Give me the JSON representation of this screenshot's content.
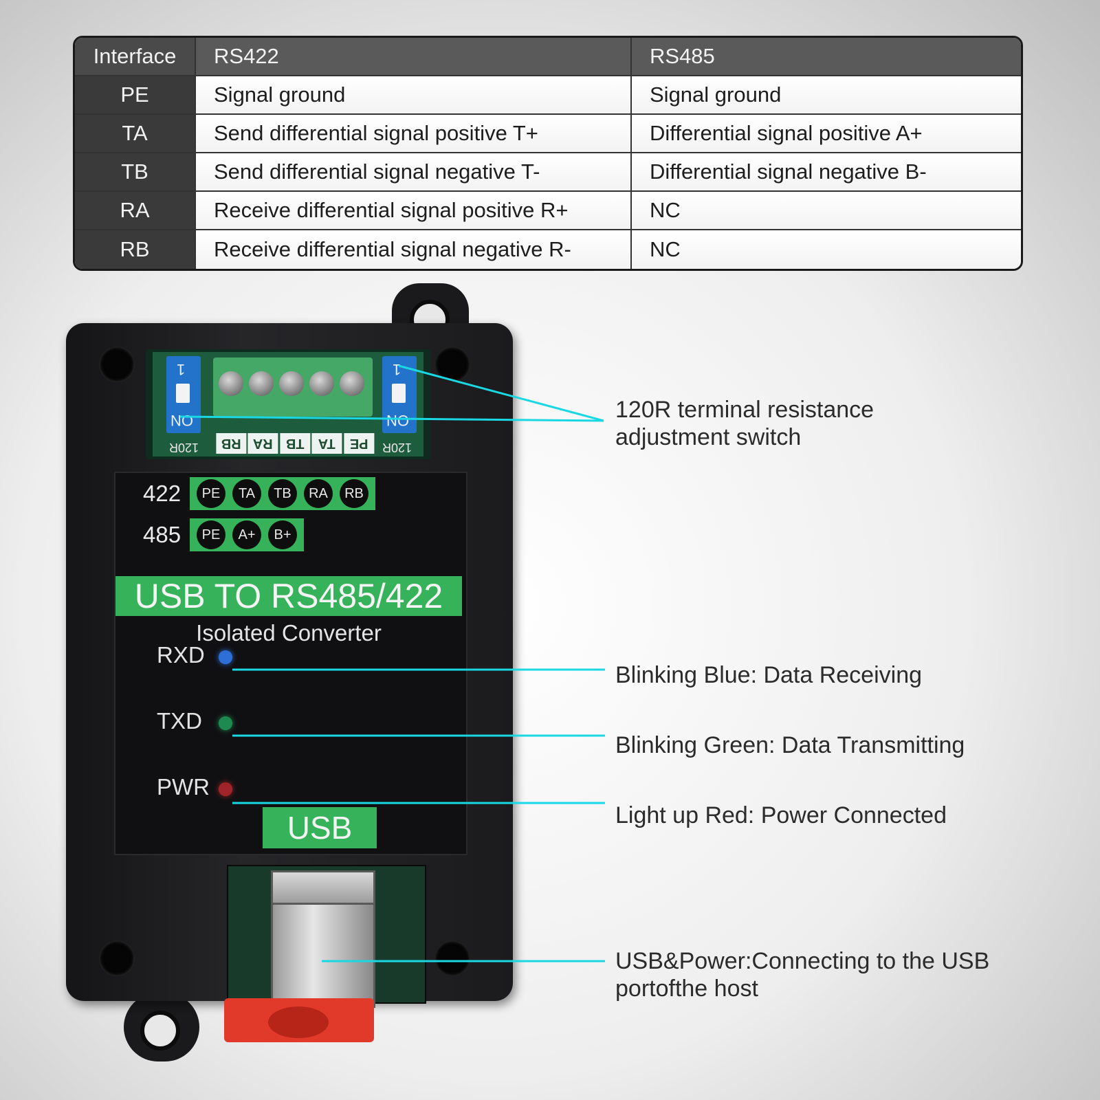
{
  "table": {
    "header": [
      "Interface",
      "RS422",
      "RS485"
    ],
    "rows": [
      [
        "PE",
        "Signal ground",
        "Signal ground"
      ],
      [
        "TA",
        "Send differential signal positive T+",
        "Differential signal positive A+"
      ],
      [
        "TB",
        "Send differential signal negative T-",
        "Differential signal negative B-"
      ],
      [
        "RA",
        "Receive differential signal positive R+",
        "NC"
      ],
      [
        "RB",
        "Receive differential signal negative R-",
        "NC"
      ]
    ]
  },
  "device": {
    "dip_left": {
      "num": "1",
      "on": "ON",
      "res": "120R"
    },
    "dip_right": {
      "num": "1",
      "on": "ON",
      "res": "120R"
    },
    "terminal_pins": [
      "PE",
      "TA",
      "TB",
      "RA",
      "RB"
    ],
    "row422": {
      "label": "422",
      "pins": [
        "PE",
        "TA",
        "TB",
        "RA",
        "RB"
      ]
    },
    "row485": {
      "label": "485",
      "pins": [
        "PE",
        "A+",
        "B+"
      ]
    },
    "title": "USB TO RS485/422",
    "subtitle": "Isolated Converter",
    "leds": [
      {
        "label": "RXD",
        "color": "#2d6fd6"
      },
      {
        "label": "TXD",
        "color": "#1f8a4f"
      },
      {
        "label": "PWR",
        "color": "#a0242a"
      }
    ],
    "usb_label": "USB"
  },
  "callouts": {
    "switch": [
      "120R terminal resistance",
      "adjustment switch"
    ],
    "rxd": "Blinking Blue: Data Receiving",
    "txd": "Blinking Green: Data Transmitting",
    "pwr": "Light up Red: Power Connected",
    "usb": [
      "USB&Power:Connecting to the USB",
      "portofthe host"
    ],
    "line_color": "#19d8e3"
  }
}
